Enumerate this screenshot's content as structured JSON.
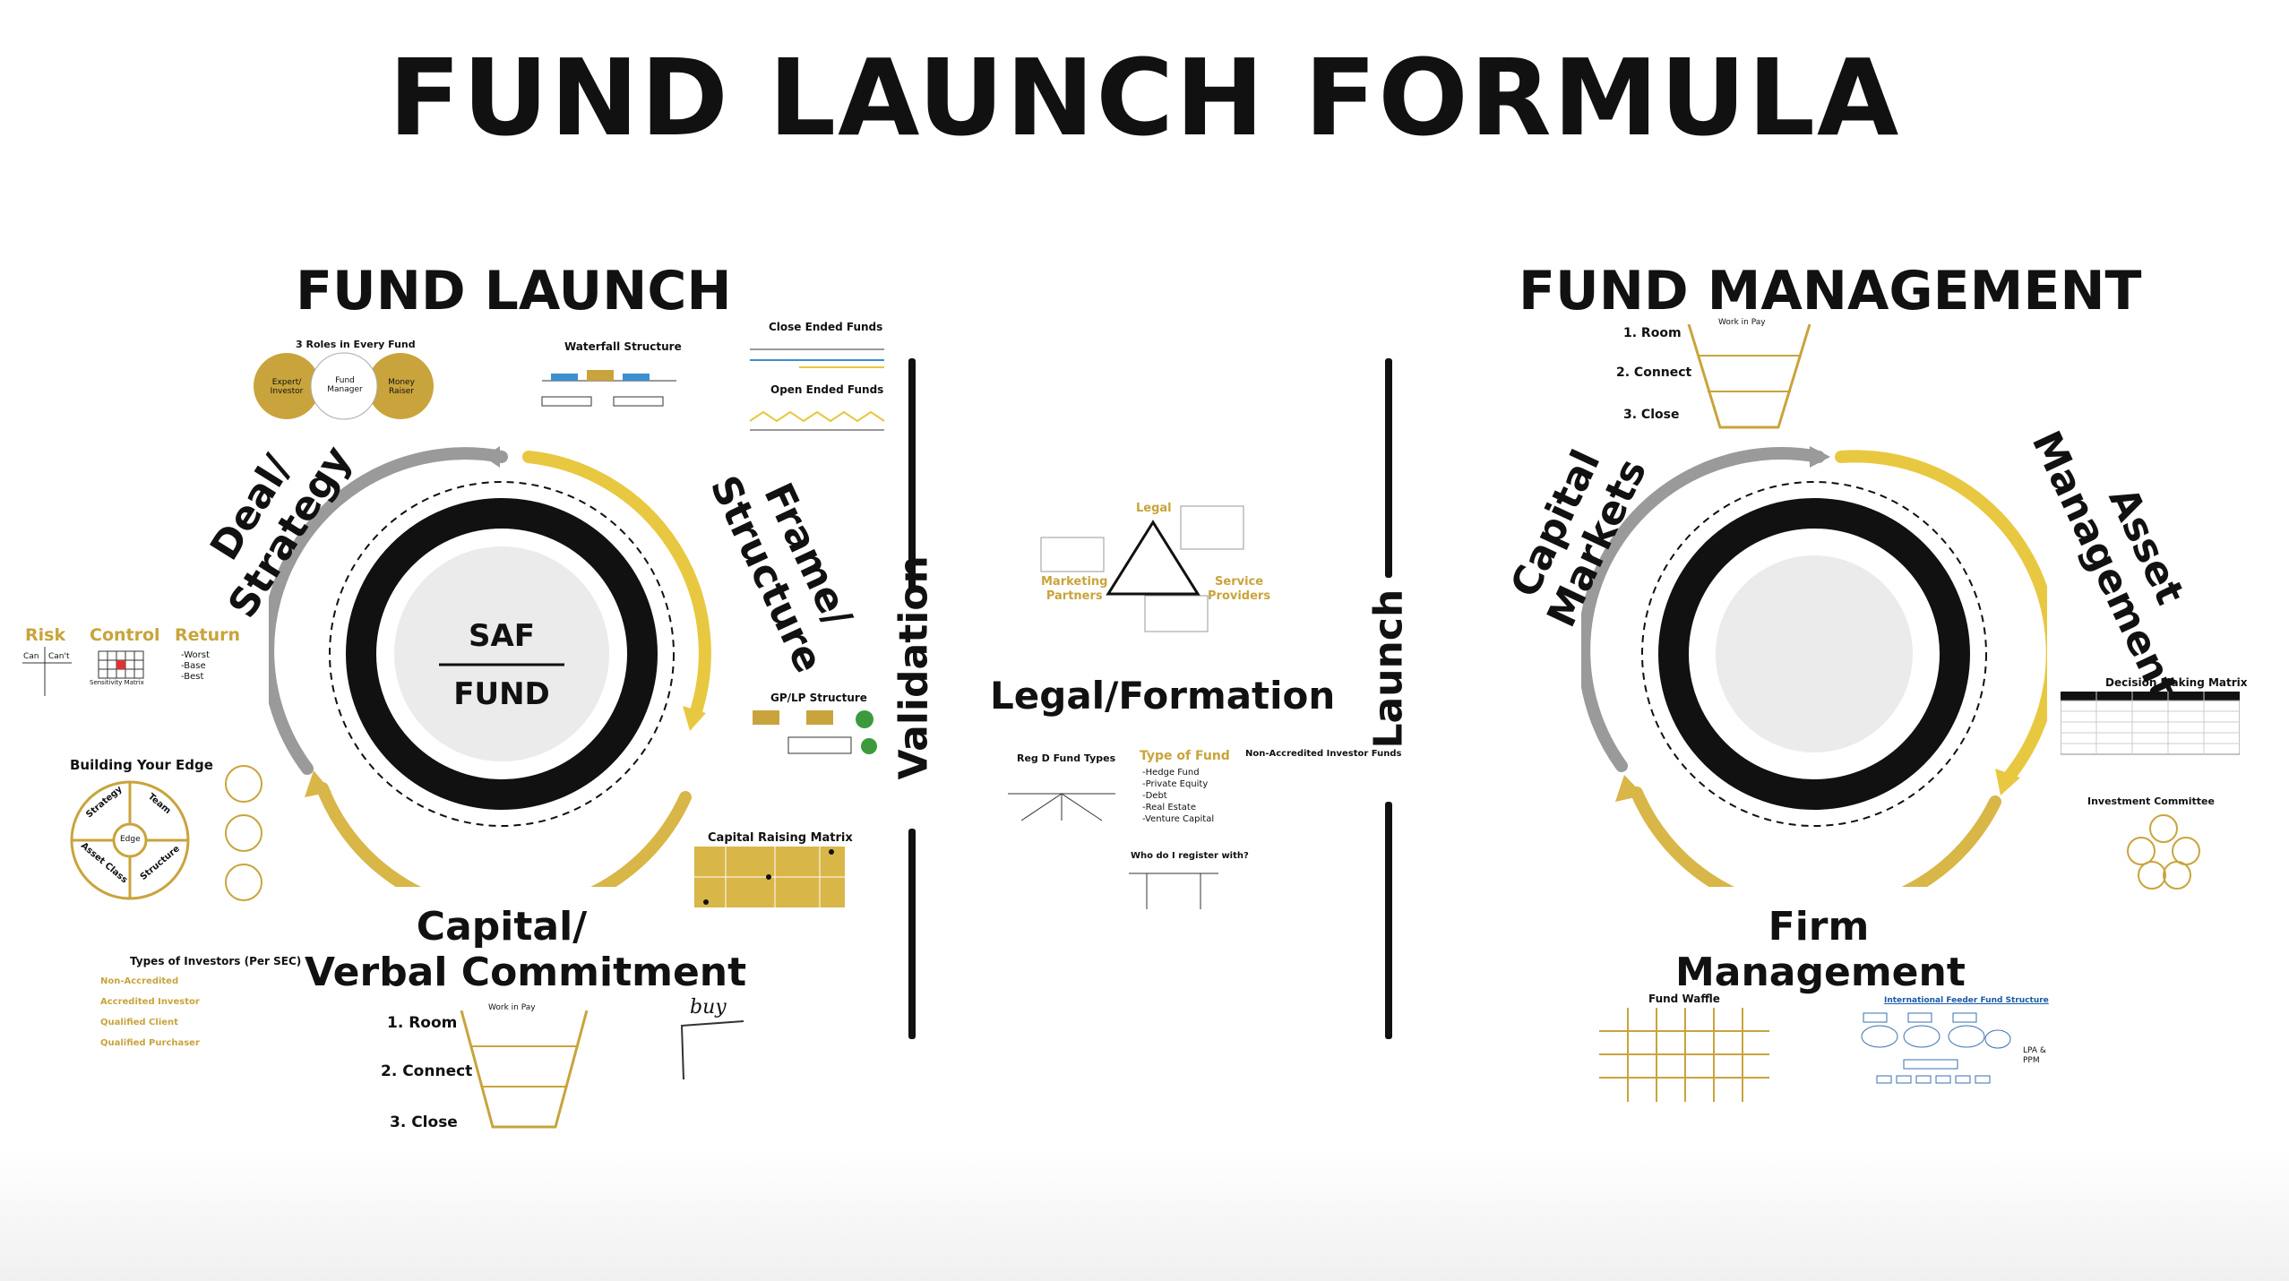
{
  "title": "FUND LAUNCH FORMULA",
  "left": {
    "heading": "FUND LAUNCH",
    "center_top": "SAF",
    "center_bottom": "FUND",
    "label_deal": [
      "Deal/",
      "Strategy"
    ],
    "label_frame": [
      "Frame/",
      "Structure"
    ],
    "label_capital": [
      "Capital/",
      "Verbal Commitment"
    ],
    "roles_title": "3 Roles in Every Fund",
    "roles": [
      "Expert/ Investor",
      "Fund Manager",
      "Money Raiser"
    ],
    "waterfall_title": "Waterfall Structure",
    "close_ended": "Close Ended Funds",
    "open_ended": "Open Ended Funds",
    "gplp_title": "GP/LP Structure",
    "capital_matrix_title": "Capital Raising Matrix",
    "risk": "Risk",
    "control": "Control",
    "return": "Return",
    "can": "Can",
    "cant": "Can't",
    "sensitivity": "Sensitivity Matrix",
    "return_items": [
      "-Worst",
      "-Base",
      "-Best"
    ],
    "edge_title": "Building Your Edge",
    "edge_segments": [
      "Strategy",
      "Team",
      "Structure",
      "Asset Class"
    ],
    "edge_center": "Edge",
    "investor_types_title": "Types of Investors (Per SEC)",
    "investor_types": [
      "Non-Accredited",
      "Accredited Investor",
      "Qualified Client",
      "Qualified Purchaser"
    ],
    "funnel_title": "Work in Pay",
    "funnel_steps": [
      "1. Room",
      "2. Connect",
      "3. Close"
    ],
    "handwriting": "buy"
  },
  "middle": {
    "validation": "Validation",
    "launch": "Launch",
    "triangle_top": "Legal",
    "triangle_left": [
      "Marketing",
      "Partners"
    ],
    "triangle_right": [
      "Service",
      "Providers"
    ],
    "heading": "Legal/Formation",
    "regd_title": "Reg D Fund Types",
    "type_title": "Type of Fund",
    "type_items": [
      "-Hedge Fund",
      "-Private Equity",
      "-Debt",
      "-Real Estate",
      "-Venture Capital"
    ],
    "nonacc_title": "Non-Accredited Investor Funds",
    "register_title": "Who do I register with?"
  },
  "right": {
    "heading": "FUND MANAGEMENT",
    "label_capital": [
      "Capital",
      "Markets"
    ],
    "label_asset": [
      "Asset",
      "Management"
    ],
    "label_firm": [
      "Firm",
      "Management"
    ],
    "funnel_title": "Work in Pay",
    "funnel_steps": [
      "1. Room",
      "2. Connect",
      "3. Close"
    ],
    "decision_title": "Decision Making Matrix",
    "committee_title": "Investment Committee",
    "waffle_title": "Fund Waffle",
    "feeder_title": "International Feeder Fund Structure",
    "lpa": [
      "LPA &",
      "PPM"
    ]
  },
  "colors": {
    "gold": "#e8c840",
    "dark_gold": "#c9a43c",
    "grey_arc": "#9a9a9a",
    "black": "#111111"
  }
}
